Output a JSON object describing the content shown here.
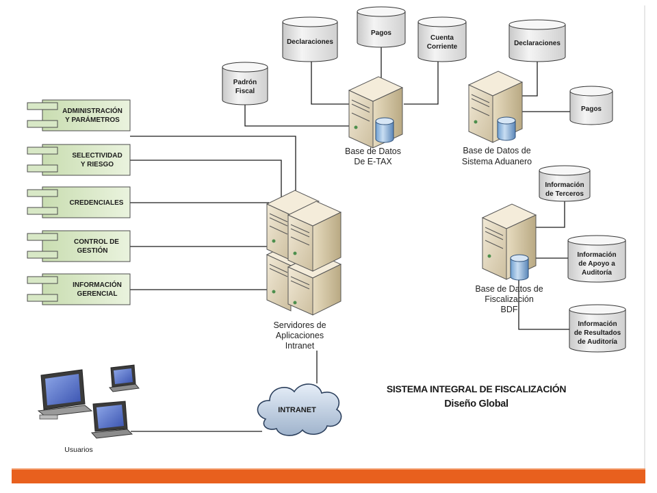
{
  "diagram": {
    "title": "SISTEMA INTEGRAL DE FISCALIZACIÓN",
    "subtitle": "Diseño Global",
    "colors": {
      "accent_bar": "#e8601e",
      "module_fill": "#d6e7c2",
      "line": "#1a1a1a"
    },
    "etax": {
      "caption_line1": "Base de Datos",
      "caption_line2": "De E-TAX",
      "db_declaraciones": "Declaraciones",
      "db_pagos": "Pagos",
      "db_cuenta_line1": "Cuenta",
      "db_cuenta_line2": "Corriente",
      "db_padron_line1": "Padrón",
      "db_padron_line2": "Fiscal"
    },
    "aduanero": {
      "caption_line1": "Base de Datos de",
      "caption_line2": "Sistema Aduanero",
      "db_declaraciones": "Declaraciones",
      "db_pagos": "Pagos"
    },
    "bdf": {
      "caption_line1": "Base de Datos de",
      "caption_line2": "Fiscalización",
      "caption_line3": "BDF",
      "db_terceros_line1": "Información",
      "db_terceros_line2": "de Terceros",
      "db_apoyo_line1": "Información",
      "db_apoyo_line2": "de Apoyo a",
      "db_apoyo_line3": "Auditoría",
      "db_resultados_line1": "Información",
      "db_resultados_line2": "de Resultados",
      "db_resultados_line3": "de Auditoría"
    },
    "modules": {
      "administracion_line1": "ADMINISTRACIÓN",
      "administracion_line2": "Y PARÁMETROS",
      "selectividad_line1": "SELECTIVIDAD",
      "selectividad_line2": "Y RIESGO",
      "credenciales": "CREDENCIALES",
      "control_line1": "CONTROL DE",
      "control_line2": "GESTIÓN",
      "informacion_line1": "INFORMACIÓN",
      "informacion_line2": "GERENCIAL"
    },
    "servers": {
      "caption_line1": "Servidores de",
      "caption_line2": "Aplicaciones",
      "caption_line3": "Intranet"
    },
    "network": {
      "cloud_label": "INTRANET"
    },
    "users": {
      "label": "Usuarios"
    }
  }
}
